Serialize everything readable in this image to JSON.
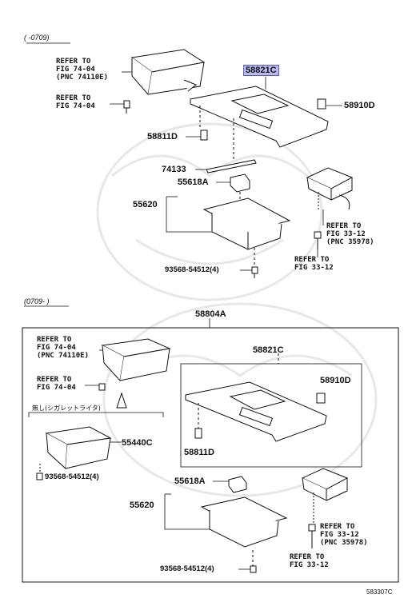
{
  "top_section": {
    "period": "(     -0709)",
    "refer_fig74_04_pnc": "REFER TO\nFIG 74-04\n(PNC 74110E)",
    "refer_fig74_04": "REFER TO\nFIG 74-04",
    "part_58821C": "58821C",
    "part_58910D": "58910D",
    "part_58811D": "58811D",
    "part_74133": "74133",
    "part_55618A": "55618A",
    "part_55620": "55620",
    "refer_fig33_12_pnc": "REFER TO\nFIG 33-12\n(PNC 35978)",
    "refer_fig33_12": "REFER TO\nFIG 33-12",
    "bolt": "93568-54512(4)"
  },
  "bottom_section": {
    "period": "(0709-     )",
    "assembly": "58804A",
    "refer_fig74_04_pnc": "REFER TO\nFIG 74-04\n(PNC 74110E)",
    "refer_fig74_04": "REFER TO\nFIG 74-04",
    "part_58821C": "58821C",
    "part_58910D": "58910D",
    "part_58811D": "58811D",
    "without_lighter": "無し(シガレットライタ)",
    "part_55440C": "55440C",
    "bolt_inset": "93568-54512(4)",
    "part_55618A": "55618A",
    "part_55620": "55620",
    "refer_fig33_12_pnc": "REFER TO\nFIG 33-12\n(PNC 35978)",
    "refer_fig33_12": "REFER TO\nFIG 33-12",
    "bolt": "93568-54512(4)"
  },
  "figure_number": "583307C",
  "colors": {
    "highlight": "#b7b9f2",
    "ink": "#111111",
    "watermark": "#e6e6e6"
  }
}
